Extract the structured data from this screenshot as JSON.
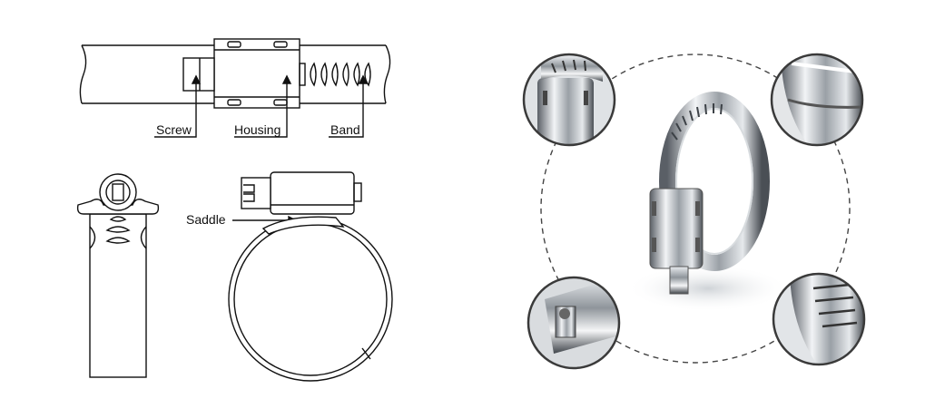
{
  "labels": {
    "screw": "Screw",
    "housing": "Housing",
    "band": "Band",
    "saddle": "Saddle"
  },
  "colors": {
    "line": "#111111",
    "dashed_circle": "#444444",
    "metal_light": "#eef0f2",
    "metal_mid": "#aeb3b8",
    "metal_dark": "#4a4f55"
  }
}
